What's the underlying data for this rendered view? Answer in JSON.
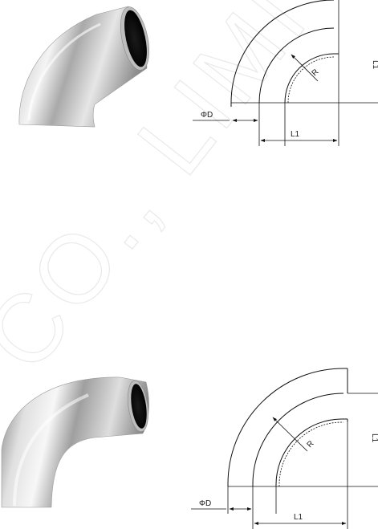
{
  "watermark": {
    "text": "CO., LIMI"
  },
  "figure_top": {
    "dia_label": "ΦD",
    "radius_label": "R",
    "length_label": "L1",
    "side_label": "L1"
  },
  "figure_bottom": {
    "dia_label": "ΦD",
    "radius_label": "R",
    "length_label": "L1",
    "side_label": "L1"
  }
}
